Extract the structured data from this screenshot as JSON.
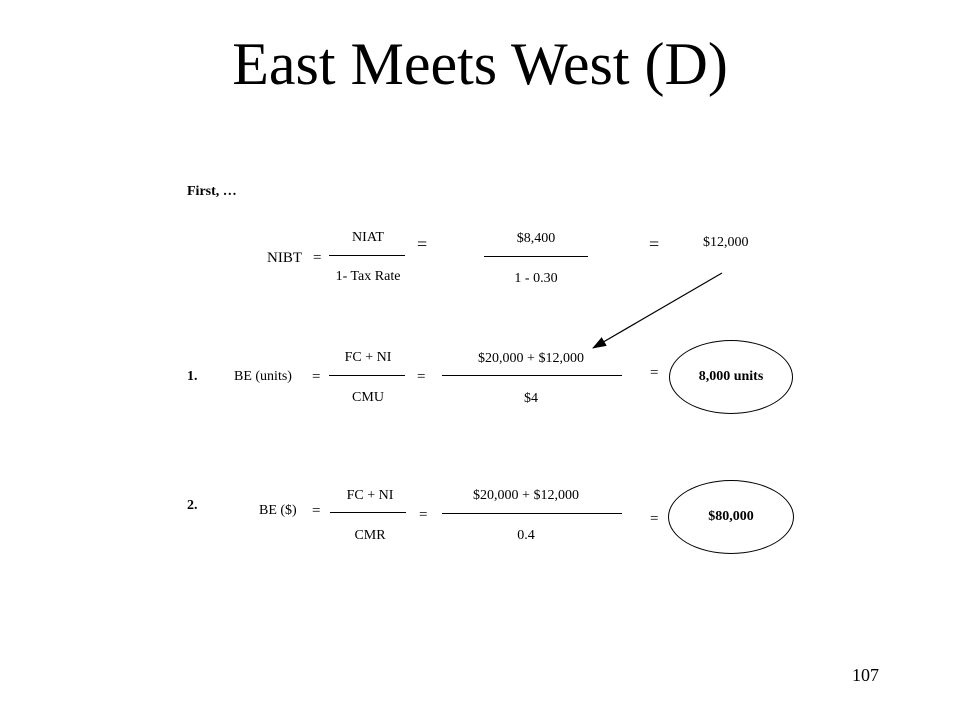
{
  "slide": {
    "title": "East Meets West (D)",
    "page_number": "107"
  },
  "intro": {
    "label": "First, …",
    "lhs": "NIBT",
    "eq": "=",
    "num1": "NIAT",
    "den1": "1- Tax Rate",
    "num2": "$8,400",
    "den2": "1 -  0.30",
    "result": "$12,000"
  },
  "step1": {
    "number": "1.",
    "lhs": "BE (units)",
    "eq": "=",
    "num1": "FC + NI",
    "den1": "CMU",
    "num2": "$20,000 + $12,000",
    "den2": "$4",
    "result": "8,000 units"
  },
  "step2": {
    "number": "2.",
    "lhs": "BE ($)",
    "eq": "=",
    "num1": "FC + NI",
    "den1": "CMR",
    "num2": "$20,000 + $12,000",
    "den2": "0.4",
    "result": "$80,000"
  }
}
